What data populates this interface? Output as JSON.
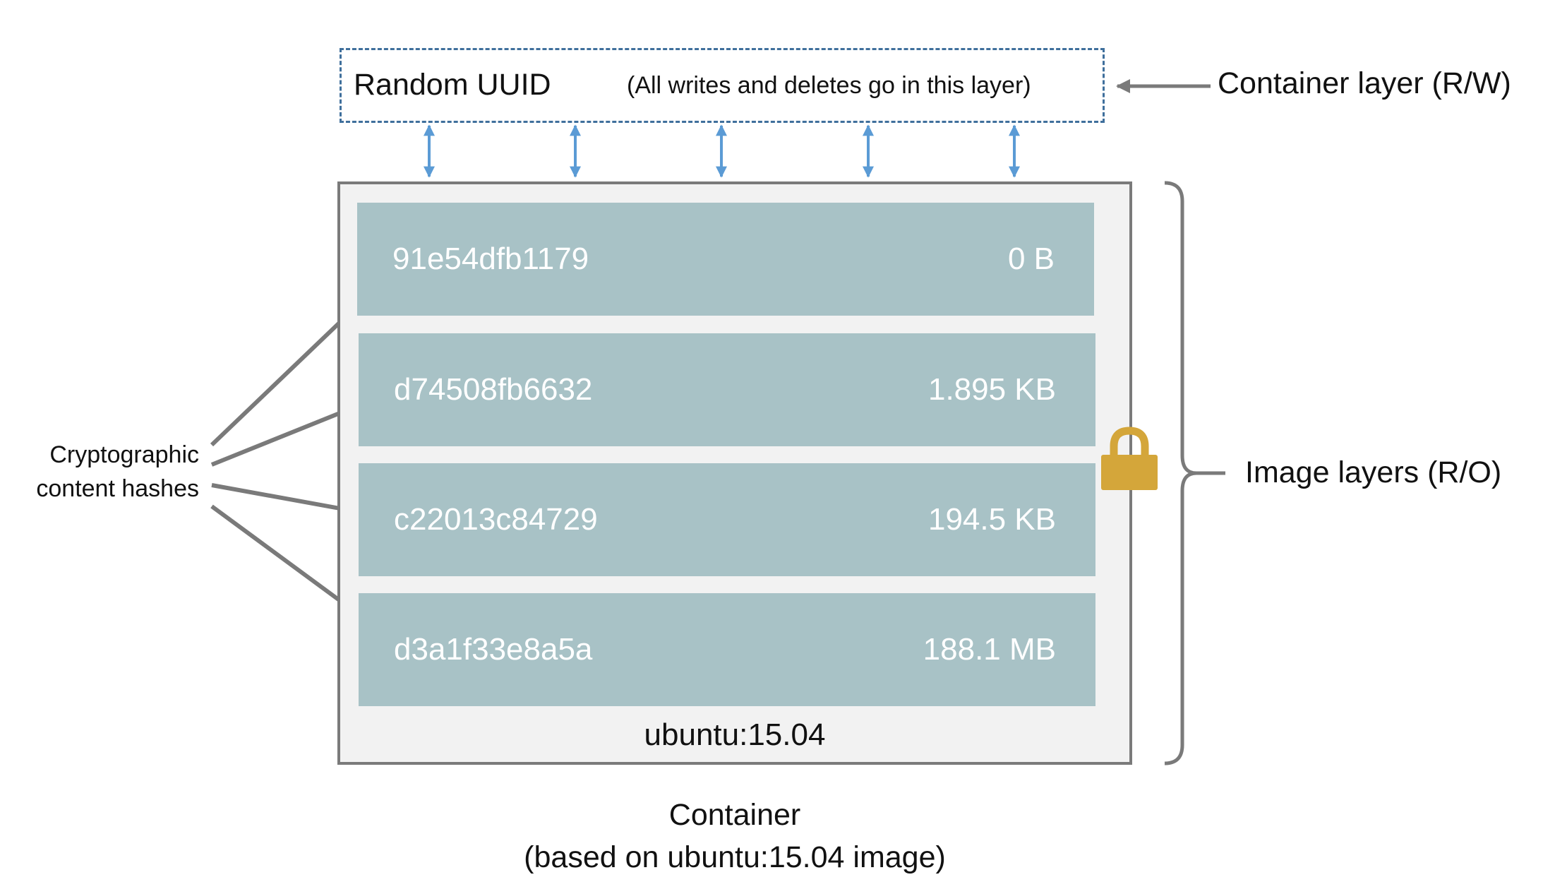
{
  "container_layer": {
    "name": "Random UUID",
    "note": "(All writes and deletes go in this layer)",
    "side_label": "Container layer (R/W)"
  },
  "image_layers": [
    {
      "hash": "91e54dfb1179",
      "size": "0 B"
    },
    {
      "hash": "d74508fb6632",
      "size": "1.895 KB"
    },
    {
      "hash": "c22013c84729",
      "size": "194.5 KB"
    },
    {
      "hash": "d3a1f33e8a5a",
      "size": "188.1 MB"
    }
  ],
  "image_name": "ubuntu:15.04",
  "image_layers_label": "Image layers (R/O)",
  "hashes_label": {
    "line1": "Cryptographic",
    "line2": "content hashes"
  },
  "caption": {
    "line1": "Container",
    "line2": "(based on ubuntu:15.04 image)"
  },
  "colors": {
    "layer_fill": "#a8c2c6",
    "container_fill": "#f2f2f2",
    "dashed_border": "#3f6f9c",
    "double_arrow": "#5b9bd5",
    "pointer_arrow": "#7a7a7a",
    "lock": "#d4a63a"
  },
  "icons": {
    "lock": "lock-icon"
  }
}
